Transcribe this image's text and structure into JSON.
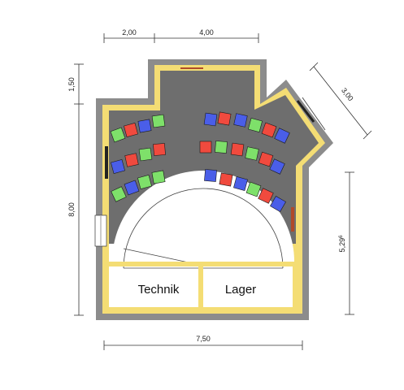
{
  "dimensions": {
    "top_left": "2,00",
    "top_right": "4,00",
    "left_upper": "1,50",
    "left_main": "8,00",
    "right_diag": "3,00",
    "right_lower": "5,29",
    "right_lower_sup": "6",
    "bottom": "7,50"
  },
  "rooms": {
    "left_room": "Technik",
    "right_room": "Lager"
  },
  "colors": {
    "outer_wall": "#8c8c8c",
    "inner_wall": "#f4dd74",
    "floor": "#6e6e6e",
    "stage": "#ffffff",
    "seat_red": "#f04a3e",
    "seat_green": "#7ee06a",
    "seat_blue": "#4a5ee8"
  },
  "seat_colors": {
    "left_row1": [
      "seat_green",
      "seat_red",
      "seat_blue",
      "seat_green"
    ],
    "left_row2": [
      "seat_blue",
      "seat_red",
      "seat_green",
      "seat_red"
    ],
    "left_row3": [
      "seat_green",
      "seat_blue",
      "seat_green",
      "seat_green"
    ],
    "right_row1": [
      "seat_blue",
      "seat_red",
      "seat_blue",
      "seat_green",
      "seat_red",
      "seat_blue"
    ],
    "right_row2": [
      "seat_red",
      "seat_green",
      "seat_red",
      "seat_green",
      "seat_red",
      "seat_blue"
    ],
    "right_row3": [
      "seat_blue",
      "seat_red",
      "seat_blue",
      "seat_green",
      "seat_red",
      "seat_blue"
    ]
  }
}
